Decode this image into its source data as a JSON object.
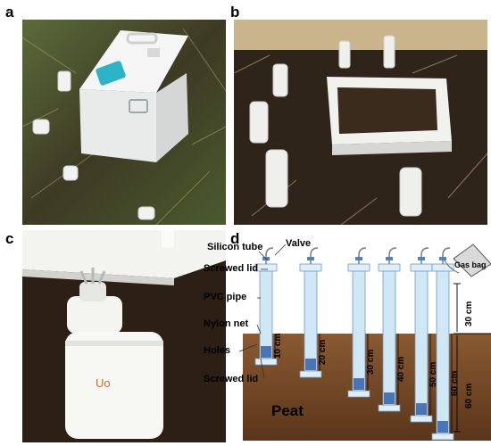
{
  "panels": {
    "a": "a",
    "b": "b",
    "c": "c",
    "d": "d"
  },
  "photo_c": {
    "lid_marking": "Uo"
  },
  "diagram": {
    "labels": {
      "silicon_tube": "Silicon tube",
      "valve": "Valve",
      "screwed_lid_top": "Screwed lid",
      "pvc_pipe": "PVC  pipe",
      "nylon_net": "Nylon net",
      "holes": "Holes",
      "screwed_lid_bottom": "Screwed lid",
      "gas_bag": "Gas bag",
      "peat": "Peat"
    },
    "depths": [
      "10 cm",
      "20 cm",
      "30 cm",
      "40 cm",
      "50 cm",
      "60 cm"
    ],
    "above_ground": "30 cm",
    "below_ground": "60 cm"
  },
  "colors": {
    "peat_top": "#8a5a32",
    "peat_bottom": "#5a351a",
    "pipe": "#cfe6f5",
    "pipe_stroke": "#6f98bb",
    "lid": "#dfeefa",
    "holes": "#1e4d9c"
  }
}
